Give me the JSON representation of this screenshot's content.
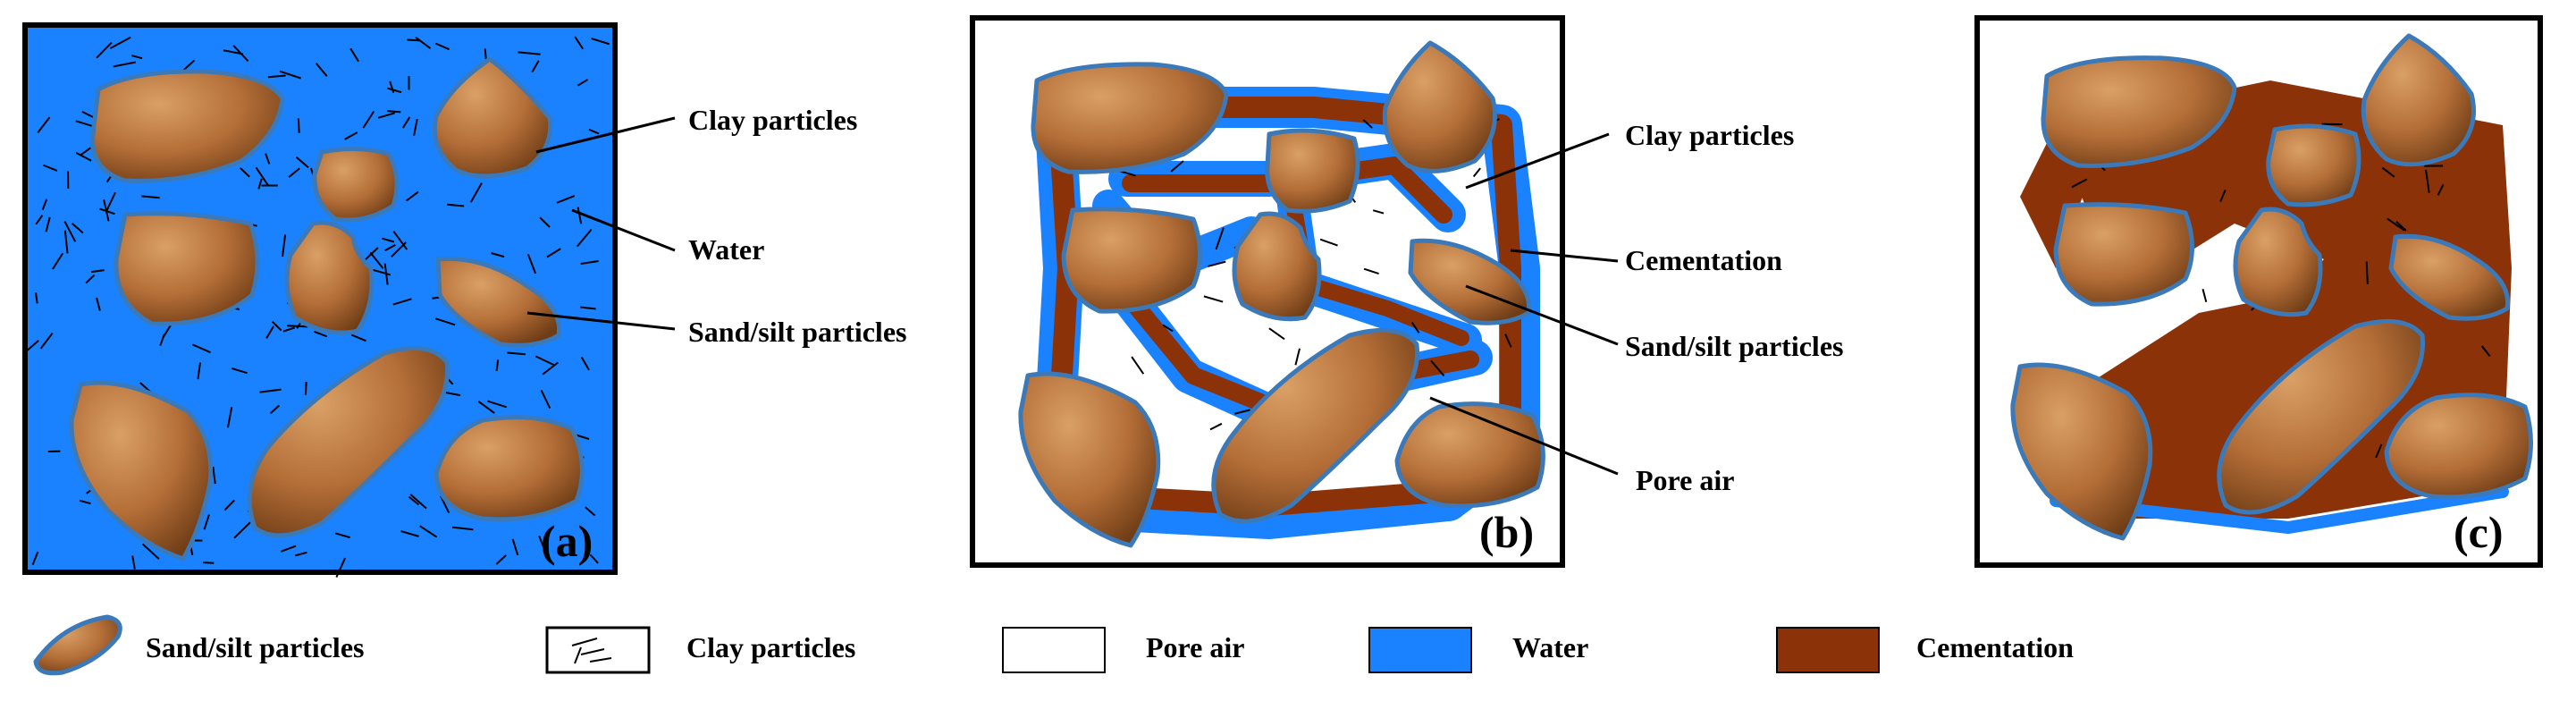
{
  "panels": [
    {
      "letter": "(a)",
      "labels": [
        "Clay particles",
        "Water",
        "Sand/silt particles"
      ]
    },
    {
      "letter": "(b)",
      "labels": [
        "Clay particles",
        "Cementation",
        "Sand/silt particles",
        "Pore air"
      ]
    },
    {
      "letter": "(c)",
      "labels": []
    }
  ],
  "legend": [
    {
      "label": "Sand/silt particles",
      "symbol": "particle"
    },
    {
      "label": "Clay particles",
      "symbol": "clay"
    },
    {
      "label": "Pore air",
      "symbol": "air"
    },
    {
      "label": "Water",
      "symbol": "water"
    },
    {
      "label": "Cementation",
      "symbol": "cementation"
    }
  ],
  "colors": {
    "water": "#1a82ff",
    "cementation": "#8b3208",
    "particle": "#b8713a",
    "particle_dark": "#7a4419",
    "particle_light": "#d39a5f",
    "particle_rim": "#3b79b8",
    "clay_line": "#000000"
  }
}
